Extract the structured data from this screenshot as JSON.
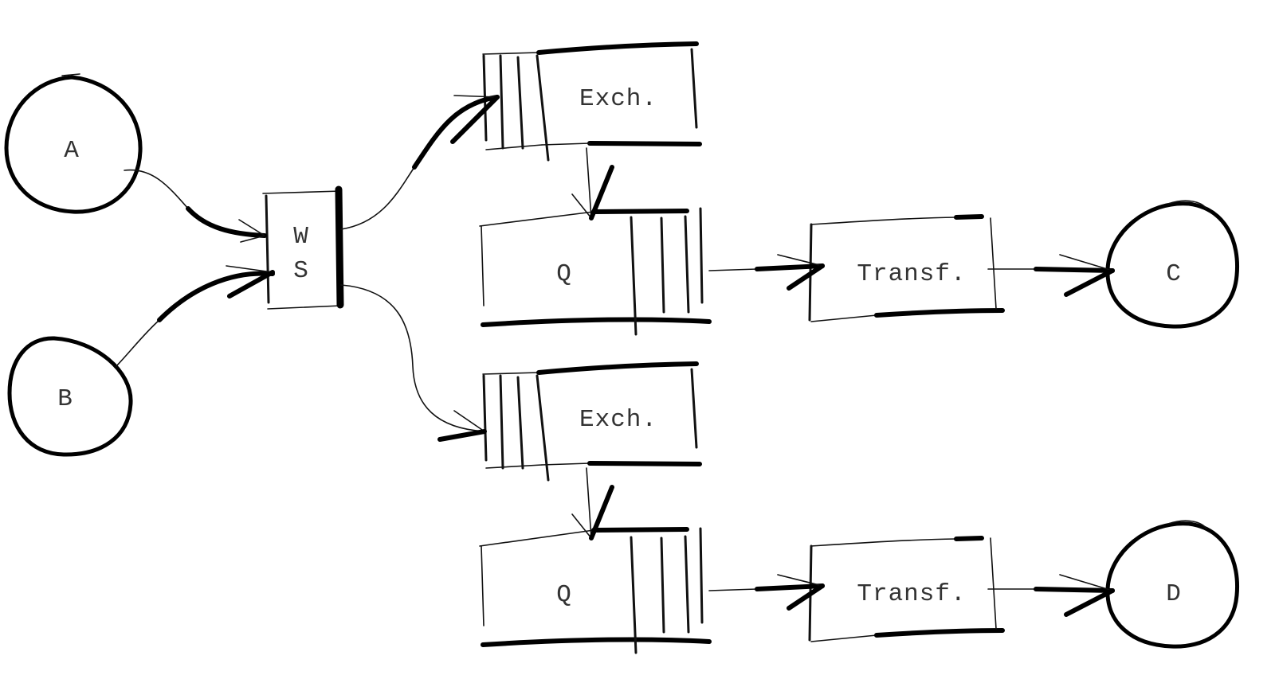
{
  "nodes": {
    "a": {
      "label": "A"
    },
    "b": {
      "label": "B"
    },
    "ws_top": {
      "label": "W"
    },
    "ws_bottom": {
      "label": "S"
    },
    "exch1": {
      "label": "Exch."
    },
    "exch2": {
      "label": "Exch."
    },
    "q1": {
      "label": "Q"
    },
    "q2": {
      "label": "Q"
    },
    "transf1": {
      "label": "Transf."
    },
    "transf2": {
      "label": "Transf."
    },
    "c": {
      "label": "C"
    },
    "d": {
      "label": "D"
    }
  },
  "edges": [
    {
      "from": "A",
      "to": "WS"
    },
    {
      "from": "B",
      "to": "WS"
    },
    {
      "from": "WS",
      "to": "Exch.",
      "branch": "upper"
    },
    {
      "from": "WS",
      "to": "Exch.",
      "branch": "lower"
    },
    {
      "from": "Exch.",
      "to": "Q",
      "branch": "upper"
    },
    {
      "from": "Exch.",
      "to": "Q",
      "branch": "lower"
    },
    {
      "from": "Q",
      "to": "Transf.",
      "branch": "upper"
    },
    {
      "from": "Q",
      "to": "Transf.",
      "branch": "lower"
    },
    {
      "from": "Transf.",
      "to": "C"
    },
    {
      "from": "Transf.",
      "to": "D"
    }
  ],
  "style": {
    "stroke": "#000000",
    "background": "#ffffff",
    "text": "#333333"
  }
}
